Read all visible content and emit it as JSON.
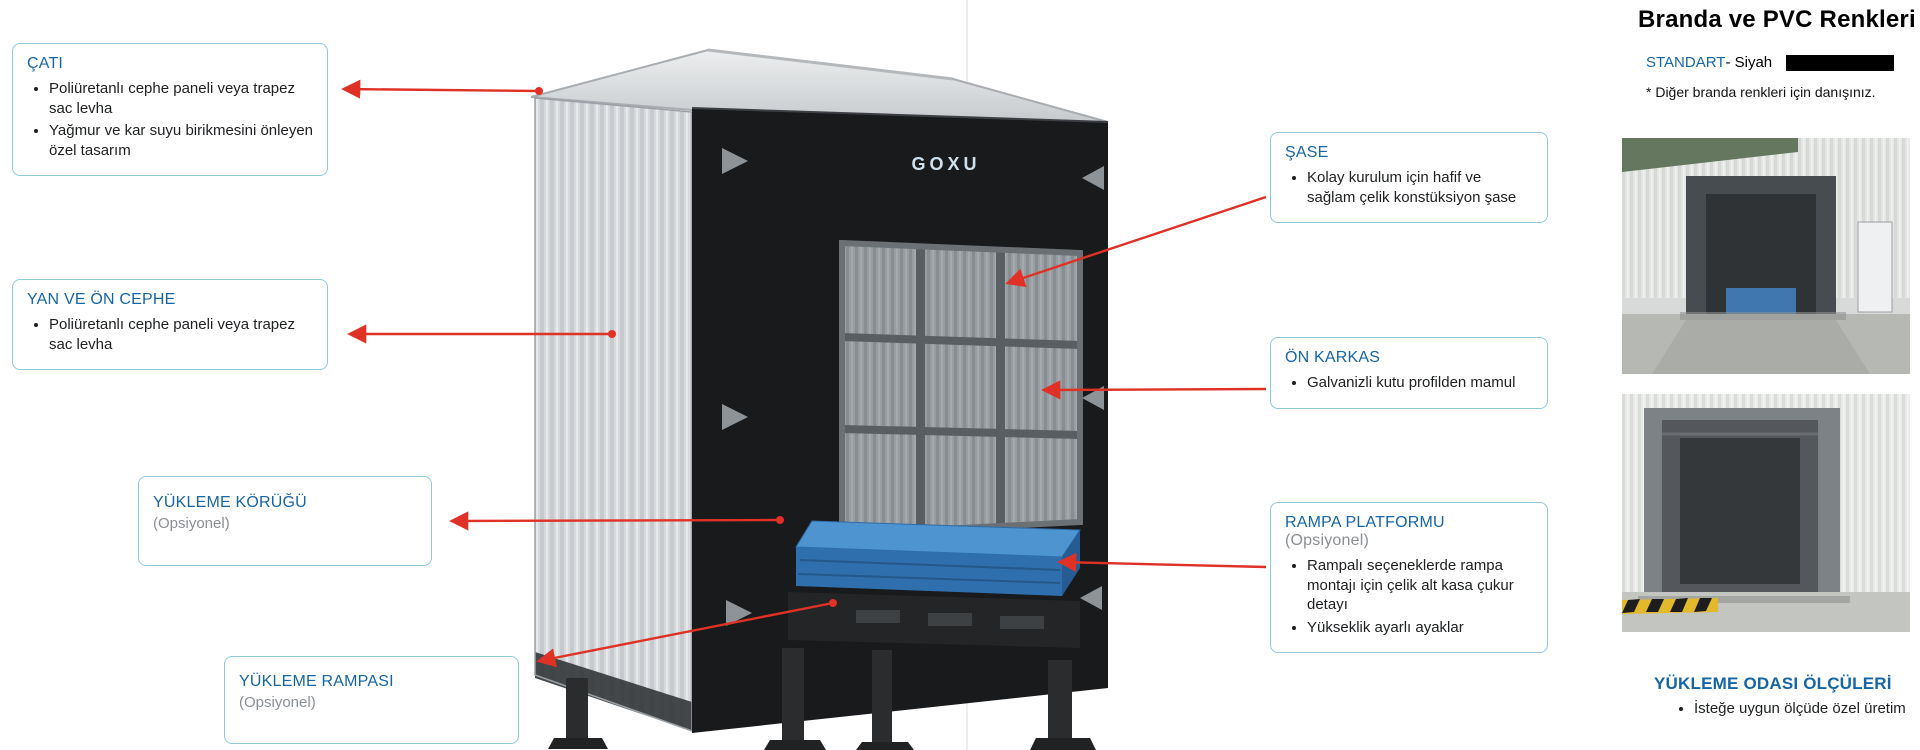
{
  "accent": {
    "heading_blue": "#1565a7",
    "box_border": "#8fc9dd",
    "arrow_red": "#e03127",
    "standard_swatch": "#000000"
  },
  "product": {
    "logo": "GOXU"
  },
  "callouts": {
    "roof": {
      "title": "ÇATI",
      "bullets": [
        "Poliüretanlı cephe paneli veya trapez sac levha",
        "Yağmur ve kar suyu birikmesini önleyen özel tasarım"
      ]
    },
    "side_front": {
      "title": "YAN VE ÖN CEPHE",
      "bullets": [
        "Poliüretanlı cephe paneli veya trapez sac levha"
      ]
    },
    "bellow": {
      "title": "YÜKLEME KÖRÜĞÜ",
      "option": "(Opsiyonel)"
    },
    "ramp": {
      "title": "YÜKLEME RAMPASI",
      "option": "(Opsiyonel)"
    },
    "chassis": {
      "title": "ŞASE",
      "bullets": [
        "Kolay kurulum için hafif ve sağlam çelik konstüksiyon şase"
      ]
    },
    "front_frame": {
      "title": "ÖN KARKAS",
      "bullets": [
        "Galvanizli kutu profilden mamul"
      ]
    },
    "ramp_platform": {
      "title": "RAMPA PLATFORMU",
      "option": "(Opsiyonel)",
      "bullets": [
        "Rampalı seçeneklerde rampa montajı için çelik alt kasa çukur detayı",
        "Yükseklik ayarlı ayaklar"
      ]
    }
  },
  "right_panel": {
    "title": "Branda ve PVC Renkleri",
    "standard_label": "STANDART",
    "standard_value": "- Siyah",
    "note": "* Diğer branda renkleri için danışınız.",
    "dimensions_title": "YÜKLEME ODASI ÖLÇÜLERİ",
    "dimensions_bullets": [
      "İsteğe uygun ölçüde özel üretim"
    ]
  }
}
